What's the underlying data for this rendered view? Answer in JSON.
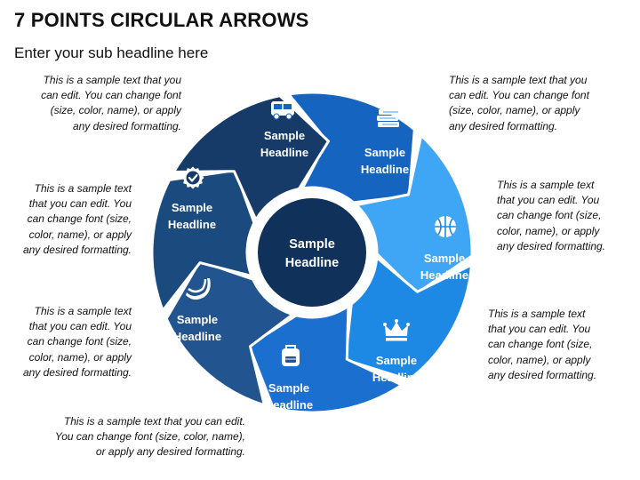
{
  "header": {
    "title": "7 POINTS CIRCULAR ARROWS",
    "subtitle": "Enter your sub headline here"
  },
  "center": {
    "line1": "Sample",
    "line2": "Headline",
    "color": "#10315a"
  },
  "segments": [
    {
      "icon": "bus-icon",
      "line1": "Sample",
      "line2": "Headline",
      "color": "#1565c0"
    },
    {
      "icon": "books-icon",
      "line1": "Sample",
      "line2": "Headline",
      "color": "#3ea6f5"
    },
    {
      "icon": "basketball-icon",
      "line1": "Sample",
      "line2": "Headline",
      "color": "#1e88e5"
    },
    {
      "icon": "crown-icon",
      "line1": "Sample",
      "line2": "Headline",
      "color": "#1a6fcf"
    },
    {
      "icon": "backpack-icon",
      "line1": "Sample",
      "line2": "Headline",
      "color": "#22558f"
    },
    {
      "icon": "banana-icon",
      "line1": "Sample",
      "line2": "Headline",
      "color": "#1b4a7e"
    },
    {
      "icon": "badge-check-icon",
      "line1": "Sample",
      "line2": "Headline",
      "color": "#163b69"
    }
  ],
  "descriptions": {
    "top_left": [
      "This is a sample text that you",
      "can edit. You can change font",
      "(size, color, name), or apply",
      "any desired formatting."
    ],
    "top_right": [
      "This is a sample text that you",
      "can edit. You can change font",
      "(size, color, name), or apply",
      "any desired formatting."
    ],
    "mid_left": [
      "This is a sample text",
      "that you can edit. You",
      "can change font (size,",
      "color, name), or apply",
      "any desired formatting."
    ],
    "mid_right": [
      "This is a sample text",
      "that you can edit. You",
      "can change font (size,",
      "color, name), or apply",
      "any desired formatting."
    ],
    "low_left": [
      "This is a sample text",
      "that you can edit. You",
      "can change font (size,",
      "color, name), or apply",
      "any desired formatting."
    ],
    "low_right": [
      "This is a sample text",
      "that you can edit. You",
      "can change font (size,",
      "color, name), or apply",
      "any desired formatting."
    ],
    "bottom": [
      "This is a sample text that you can edit.",
      "You can change font (size, color, name),",
      "or apply any desired formatting."
    ]
  }
}
